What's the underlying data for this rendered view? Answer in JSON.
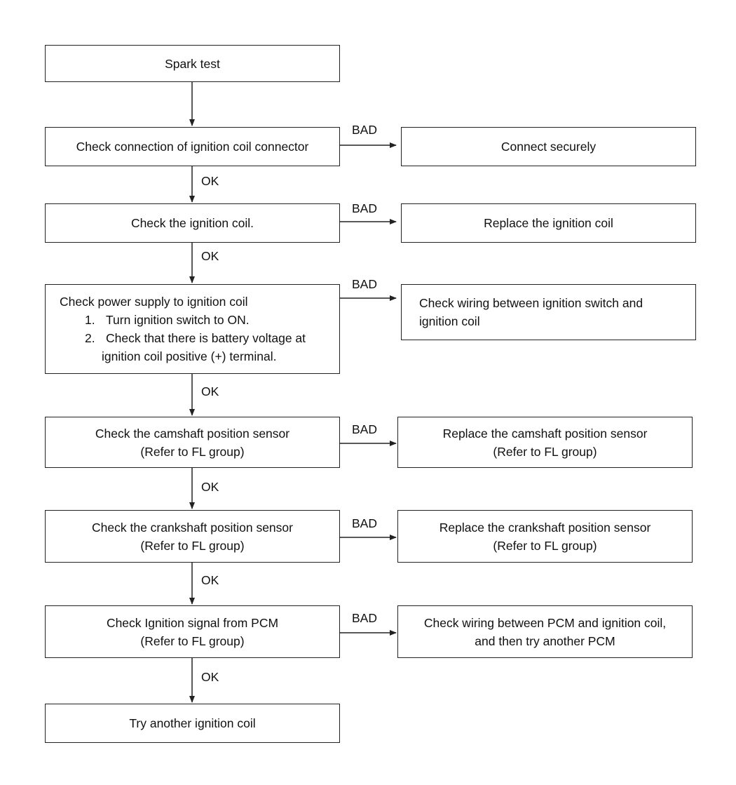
{
  "start": {
    "text": "Spark test"
  },
  "steps": [
    {
      "check": [
        "Check connection of ignition coil connector"
      ],
      "fail": [
        "Connect securely"
      ]
    },
    {
      "check": [
        "Check the ignition coil."
      ],
      "fail": [
        "Replace the ignition coil"
      ]
    },
    {
      "check_title": "Check power supply to ignition coil",
      "check_items": [
        {
          "num": "1.",
          "text": "Turn ignition switch to ON."
        },
        {
          "num": "2.",
          "text": "Check that there is battery voltage at",
          "cont": "ignition coil positive (+) terminal."
        }
      ],
      "fail": [
        "Check wiring between ignition switch and",
        "ignition coil"
      ]
    },
    {
      "check": [
        "Check the camshaft position sensor",
        "(Refer to FL group)"
      ],
      "fail": [
        "Replace the camshaft position sensor",
        "(Refer to FL group)"
      ]
    },
    {
      "check": [
        "Check the crankshaft position sensor",
        "(Refer to FL group)"
      ],
      "fail": [
        "Replace the crankshaft position sensor",
        "(Refer to FL group)"
      ]
    },
    {
      "check": [
        "Check Ignition signal from PCM",
        "(Refer to FL group)"
      ],
      "fail": [
        "Check wiring between PCM and ignition coil,",
        "and then try another PCM"
      ]
    }
  ],
  "end": {
    "text": "Try another ignition coil"
  },
  "labels": {
    "ok": "OK",
    "bad": "BAD"
  }
}
